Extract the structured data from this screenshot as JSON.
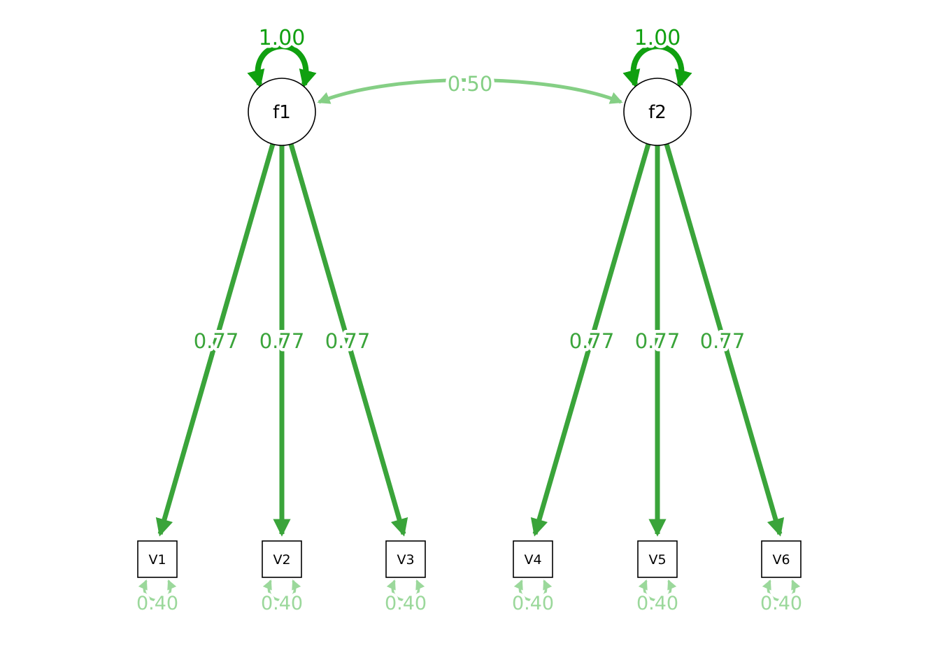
{
  "colors": {
    "loading": "#3aa43a",
    "variance": "#10a010",
    "covariance": "#85cf85",
    "residual": "#9bd89b",
    "node-fill": "#ffffff",
    "node-border": "#000000",
    "label": "#000000",
    "background": "#ffffff"
  },
  "factors": [
    {
      "id": "f1",
      "label": "f1",
      "variance": "1.00"
    },
    {
      "id": "f2",
      "label": "f2",
      "variance": "1.00"
    }
  ],
  "covariance": {
    "from": "f1",
    "to": "f2",
    "label": "0.50"
  },
  "loadings": [
    {
      "from": "f1",
      "to": "V1",
      "label": "0.77"
    },
    {
      "from": "f1",
      "to": "V2",
      "label": "0.77"
    },
    {
      "from": "f1",
      "to": "V3",
      "label": "0.77"
    },
    {
      "from": "f2",
      "to": "V4",
      "label": "0.77"
    },
    {
      "from": "f2",
      "to": "V5",
      "label": "0.77"
    },
    {
      "from": "f2",
      "to": "V6",
      "label": "0.77"
    }
  ],
  "manifests": [
    {
      "id": "V1",
      "label": "V1",
      "residual": "0.40"
    },
    {
      "id": "V2",
      "label": "V2",
      "residual": "0.40"
    },
    {
      "id": "V3",
      "label": "V3",
      "residual": "0.40"
    },
    {
      "id": "V4",
      "label": "V4",
      "residual": "0.40"
    },
    {
      "id": "V5",
      "label": "V5",
      "residual": "0.40"
    },
    {
      "id": "V6",
      "label": "V6",
      "residual": "0.40"
    }
  ]
}
